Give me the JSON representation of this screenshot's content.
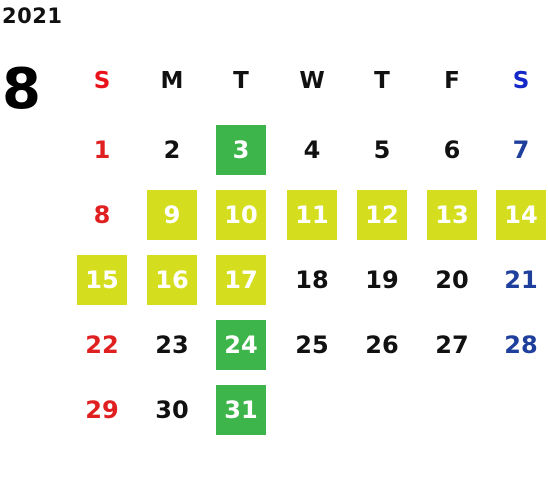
{
  "calendar": {
    "year": "2021",
    "month": "8",
    "weekdays": [
      {
        "label": "S",
        "kind": "sun"
      },
      {
        "label": "M",
        "kind": "weekday"
      },
      {
        "label": "T",
        "kind": "weekday"
      },
      {
        "label": "W",
        "kind": "weekday"
      },
      {
        "label": "T",
        "kind": "weekday"
      },
      {
        "label": "F",
        "kind": "weekday"
      },
      {
        "label": "S",
        "kind": "sat"
      }
    ],
    "weeks": [
      [
        {
          "day": "1",
          "status": "sun"
        },
        {
          "day": "2",
          "status": "normal"
        },
        {
          "day": "3",
          "status": "green"
        },
        {
          "day": "4",
          "status": "normal"
        },
        {
          "day": "5",
          "status": "normal"
        },
        {
          "day": "6",
          "status": "normal"
        },
        {
          "day": "7",
          "status": "sat"
        }
      ],
      [
        {
          "day": "8",
          "status": "sun"
        },
        {
          "day": "9",
          "status": "yellow"
        },
        {
          "day": "10",
          "status": "yellow"
        },
        {
          "day": "11",
          "status": "yellow"
        },
        {
          "day": "12",
          "status": "yellow"
        },
        {
          "day": "13",
          "status": "yellow"
        },
        {
          "day": "14",
          "status": "yellow"
        }
      ],
      [
        {
          "day": "15",
          "status": "yellow"
        },
        {
          "day": "16",
          "status": "yellow"
        },
        {
          "day": "17",
          "status": "yellow"
        },
        {
          "day": "18",
          "status": "normal"
        },
        {
          "day": "19",
          "status": "normal"
        },
        {
          "day": "20",
          "status": "normal"
        },
        {
          "day": "21",
          "status": "sat"
        }
      ],
      [
        {
          "day": "22",
          "status": "sun"
        },
        {
          "day": "23",
          "status": "normal"
        },
        {
          "day": "24",
          "status": "green"
        },
        {
          "day": "25",
          "status": "normal"
        },
        {
          "day": "26",
          "status": "normal"
        },
        {
          "day": "27",
          "status": "normal"
        },
        {
          "day": "28",
          "status": "sat"
        }
      ],
      [
        {
          "day": "29",
          "status": "sun"
        },
        {
          "day": "30",
          "status": "normal"
        },
        {
          "day": "31",
          "status": "green"
        }
      ]
    ]
  },
  "colors": {
    "sunday_text": "#e02020",
    "saturday_text": "#1f3f9c",
    "header_sun": "#e8141c",
    "header_sat": "#1428c8",
    "normal_text": "#111111",
    "green_bg": "#3db54a",
    "yellow_bg": "#d4de1e",
    "highlight_text": "#ffffff"
  }
}
